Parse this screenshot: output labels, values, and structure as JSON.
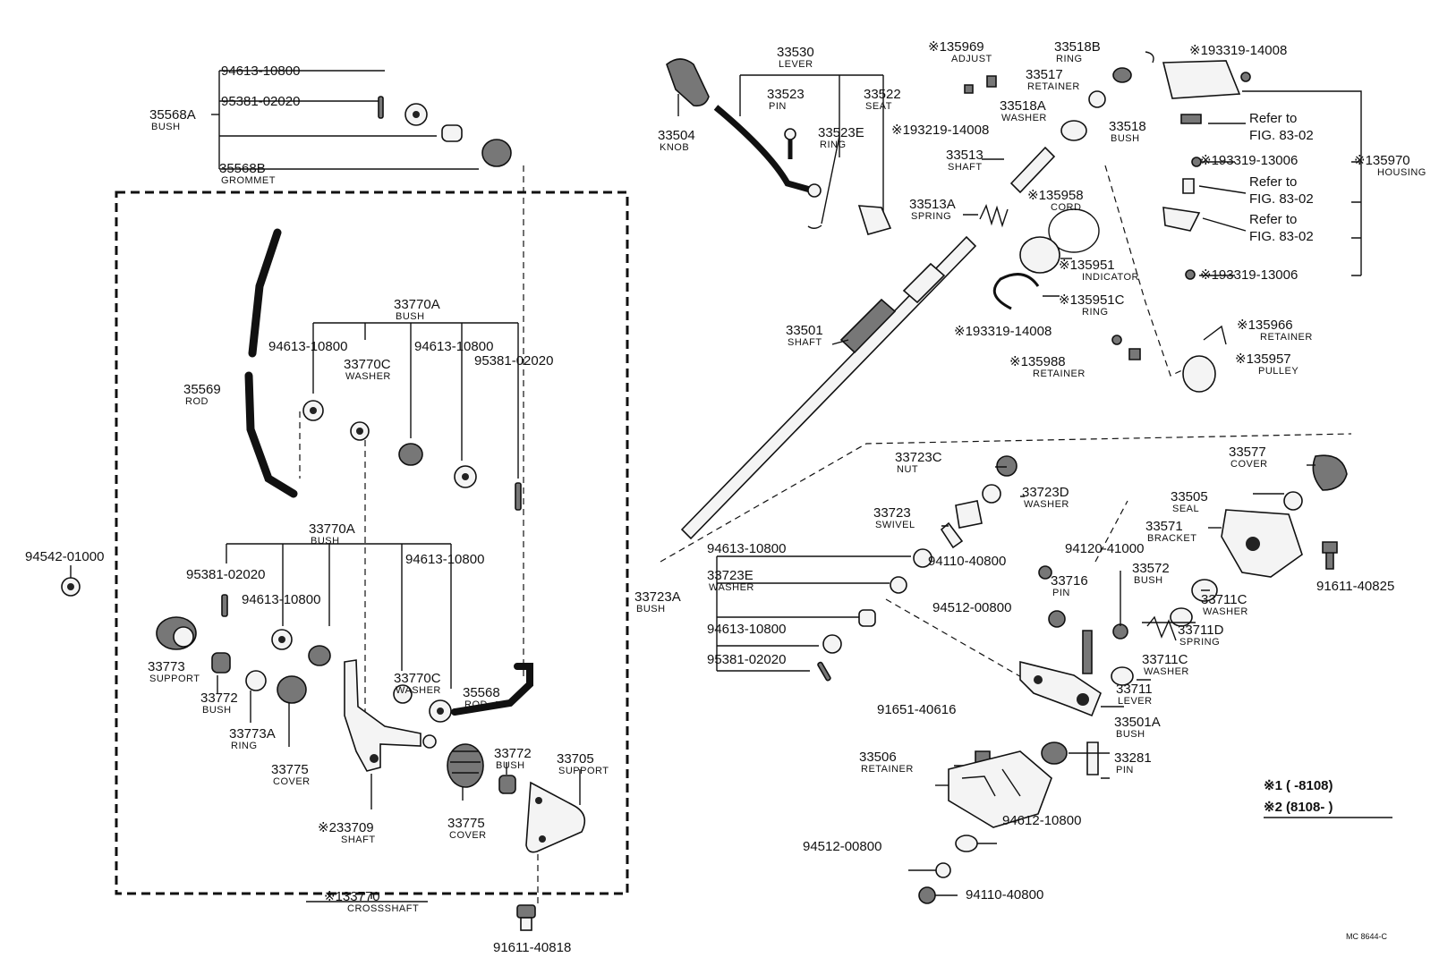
{
  "parts": [
    {
      "pn": "94613-10800",
      "name": ""
    },
    {
      "pn": "95381-02020",
      "name": ""
    },
    {
      "pn": "35568A",
      "name": "BUSH"
    },
    {
      "pn": "35568B",
      "name": "GROMMET"
    },
    {
      "pn": "35569",
      "name": "ROD"
    },
    {
      "pn": "33770A",
      "name": "BUSH"
    },
    {
      "pn": "94613-10800",
      "name": ""
    },
    {
      "pn": "33770C",
      "name": "WASHER"
    },
    {
      "pn": "94613-10800",
      "name": ""
    },
    {
      "pn": "95381-02020",
      "name": ""
    },
    {
      "pn": "33770A",
      "name": "BUSH"
    },
    {
      "pn": "95381-02020",
      "name": ""
    },
    {
      "pn": "94613-10800",
      "name": ""
    },
    {
      "pn": "94613-10800",
      "name": ""
    },
    {
      "pn": "94542-01000",
      "name": ""
    },
    {
      "pn": "33773",
      "name": "SUPPORT"
    },
    {
      "pn": "33772",
      "name": "BUSH"
    },
    {
      "pn": "33773A",
      "name": "RING"
    },
    {
      "pn": "33775",
      "name": "COVER"
    },
    {
      "pn": "33770C",
      "name": "WASHER"
    },
    {
      "pn": "35568",
      "name": "ROD"
    },
    {
      "pn": "33709",
      "name": "SHAFT",
      "prefix": "※2"
    },
    {
      "pn": "33775",
      "name": "COVER"
    },
    {
      "pn": "33772",
      "name": "BUSH"
    },
    {
      "pn": "33705",
      "name": "SUPPORT"
    },
    {
      "pn": "33770",
      "name": "CROSSSHAFT",
      "prefix": "※1"
    },
    {
      "pn": "91611-40818",
      "name": ""
    },
    {
      "pn": "33530",
      "name": "LEVER"
    },
    {
      "pn": "33523",
      "name": "PIN"
    },
    {
      "pn": "33522",
      "name": "SEAT"
    },
    {
      "pn": "33504",
      "name": "KNOB"
    },
    {
      "pn": "33523E",
      "name": "RING"
    },
    {
      "pn": "35969",
      "name": "ADJUST",
      "prefix": "※1"
    },
    {
      "pn": "93219-14008",
      "name": "",
      "prefix": "※1"
    },
    {
      "pn": "33518B",
      "name": "RING"
    },
    {
      "pn": "33517",
      "name": "RETAINER"
    },
    {
      "pn": "33518A",
      "name": "WASHER"
    },
    {
      "pn": "33518",
      "name": "BUSH"
    },
    {
      "pn": "33513",
      "name": "SHAFT"
    },
    {
      "pn": "33513A",
      "name": "SPRING"
    },
    {
      "pn": "35958",
      "name": "CORD",
      "prefix": "※1"
    },
    {
      "pn": "35951",
      "name": "INDICATOR",
      "prefix": "※1"
    },
    {
      "pn": "35951C",
      "name": "RING",
      "prefix": "※1"
    },
    {
      "pn": "33501",
      "name": "SHAFT"
    },
    {
      "pn": "93319-14008",
      "name": "",
      "prefix": "※1"
    },
    {
      "pn": "35988",
      "name": "RETAINER",
      "prefix": "※1"
    },
    {
      "pn": "93319-14008",
      "name": "",
      "prefix": "※1"
    },
    {
      "pn": "93319-13006",
      "name": "",
      "prefix": "※1"
    },
    {
      "pn": "35970",
      "name": "HOUSING",
      "prefix": "※1"
    },
    {
      "pn": "93319-13006",
      "name": "",
      "prefix": "※1"
    },
    {
      "pn": "35966",
      "name": "RETAINER",
      "prefix": "※1"
    },
    {
      "pn": "35957",
      "name": "PULLEY",
      "prefix": "※1"
    },
    {
      "pn": "33577",
      "name": "COVER"
    },
    {
      "pn": "33723C",
      "name": "NUT"
    },
    {
      "pn": "33723D",
      "name": "WASHER"
    },
    {
      "pn": "33723",
      "name": "SWIVEL"
    },
    {
      "pn": "33505",
      "name": "SEAL"
    },
    {
      "pn": "33571",
      "name": "BRACKET"
    },
    {
      "pn": "94613-10800",
      "name": ""
    },
    {
      "pn": "94120-41000",
      "name": ""
    },
    {
      "pn": "33723E",
      "name": "WASHER"
    },
    {
      "pn": "94110-40800",
      "name": ""
    },
    {
      "pn": "33572",
      "name": "BUSH"
    },
    {
      "pn": "91611-40825",
      "name": ""
    },
    {
      "pn": "33716",
      "name": "PIN"
    },
    {
      "pn": "33711C",
      "name": "WASHER"
    },
    {
      "pn": "33723A",
      "name": "BUSH"
    },
    {
      "pn": "94512-00800",
      "name": ""
    },
    {
      "pn": "33711D",
      "name": "SPRING"
    },
    {
      "pn": "94613-10800",
      "name": ""
    },
    {
      "pn": "95381-02020",
      "name": ""
    },
    {
      "pn": "33711C",
      "name": "WASHER"
    },
    {
      "pn": "33711",
      "name": "LEVER"
    },
    {
      "pn": "91651-40616",
      "name": ""
    },
    {
      "pn": "33501A",
      "name": "BUSH"
    },
    {
      "pn": "33506",
      "name": "RETAINER"
    },
    {
      "pn": "33281",
      "name": "PIN"
    },
    {
      "pn": "94612-10800",
      "name": ""
    },
    {
      "pn": "94512-00800",
      "name": ""
    },
    {
      "pn": "94110-40800",
      "name": ""
    }
  ],
  "refs": [
    "Refer to",
    "FIG. 83-02",
    "Refer to",
    "FIG. 83-02",
    "Refer to",
    "FIG. 83-02"
  ],
  "notes": {
    "n1_mark": "※1",
    "n1_text": "(      -8108)",
    "n2_mark": "※2",
    "n2_text": "(8108-      )",
    "code": "MC 8644-C"
  }
}
